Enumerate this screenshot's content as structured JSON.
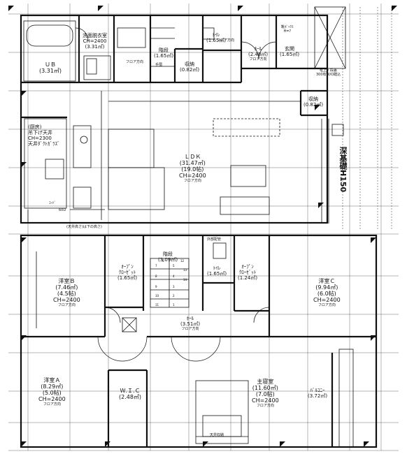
{
  "floor1": {
    "ub": {
      "name": "ＵＢ",
      "area": "(3.31㎡)"
    },
    "senmen": {
      "name": "洗面脱衣室",
      "ch": "CH=2400",
      "area": "(3.31㎡)"
    },
    "kaidan": {
      "name": "階段",
      "area": "(1.65㎡)"
    },
    "shuno1": {
      "name": "収納",
      "area": "(0.82㎡)"
    },
    "wc1": {
      "name": "ﾄｲﾚ",
      "area": "(1.65㎡)",
      "floor": "フロア方向"
    },
    "hall1": {
      "name": "ﾎｰﾙ",
      "area": "(2.48㎡)",
      "floor": "フロア方向"
    },
    "genkan": {
      "name": "玄関",
      "area": "(1.65㎡)"
    },
    "kutsu": {
      "name": "靴ﾎﾞｯｸｽ",
      "ch": "H=?"
    },
    "agari": {
      "name": "框上・段差",
      "note": "300有W/O踏込"
    },
    "shuno2": {
      "name": "収納",
      "area": "(0.82㎡)"
    },
    "kitchen": {
      "name": "(厨房)",
      "l1": "吊下げ天井",
      "l2": "CH=2300",
      "l3": "天井ﾀﾞｸﾄｶﾞﾗｽﾞ"
    },
    "ldk": {
      "name": "ＬＤＫ",
      "area": "(31.47㎡)",
      "tatami": "(19.0帖)",
      "ch": "CH=2400",
      "floor": "フロア方向"
    },
    "fukaki": {
      "label": "深基礎H150"
    },
    "bottom": "(天井高さ)は下の高さ)",
    "hood": "ｺｰﾄﾞ",
    "ref": "60D",
    "floor_small": "フロア方向",
    "tesuri": "手摺"
  },
  "floor2": {
    "youB": {
      "name": "洋室Ｂ",
      "area": "(7.46㎡)",
      "tatami": "(4.5帖)",
      "ch": "CH=2400",
      "floor": "フロア方向"
    },
    "closetB": {
      "name": "ｵｰﾌﾟﾝ",
      "l2": "ｸﾛｰｾﾞｯﾄ",
      "area": "(1.65㎡)"
    },
    "kaidan": {
      "name": "階段",
      "area": "(3.09㎡)"
    },
    "wc2": {
      "name": "ﾄｲﾚ",
      "area": "(1.65㎡)"
    },
    "closetC": {
      "name": "ｵｰﾌﾟﾝ",
      "l2": "ｸﾛｰｾﾞｯﾄ",
      "area": "(1.24㎡)"
    },
    "youC": {
      "name": "洋室Ｃ",
      "area": "(9.94㎡)",
      "tatami": "(6.0帖)",
      "ch": "CH=2400",
      "floor": "フロア方向"
    },
    "hall2": {
      "name": "ﾎｰﾙ",
      "area": "(3.51㎡)",
      "floor": "フロア方向"
    },
    "youA": {
      "name": "洋室Ａ",
      "area": "(8.29㎡)",
      "tatami": "(5.0帖)",
      "ch": "CH=2400",
      "floor": "フロア方向"
    },
    "wic": {
      "name": "Ｗ.Ｉ.Ｃ",
      "area": "(2.48㎡)"
    },
    "shinshitsu": {
      "name": "主寝室",
      "area": "(11.60㎡)",
      "tatami": "(7.0帖)",
      "ch": "CH=2400",
      "floor": "フロア方向"
    },
    "balcony": {
      "name": "ﾊﾞﾙｺﾆｰ",
      "area": "(3.72㎡)"
    },
    "gaibu": "外部配管",
    "jouchi": "天井収納",
    "step_nums": [
      "1",
      "2",
      "3",
      "4",
      "5",
      "6",
      "7",
      "8",
      "9",
      "10",
      "11",
      "12",
      "13",
      "14"
    ]
  },
  "colors": {
    "line": "#111111",
    "wall": "#1a1a1a",
    "bg": "#ffffff"
  }
}
